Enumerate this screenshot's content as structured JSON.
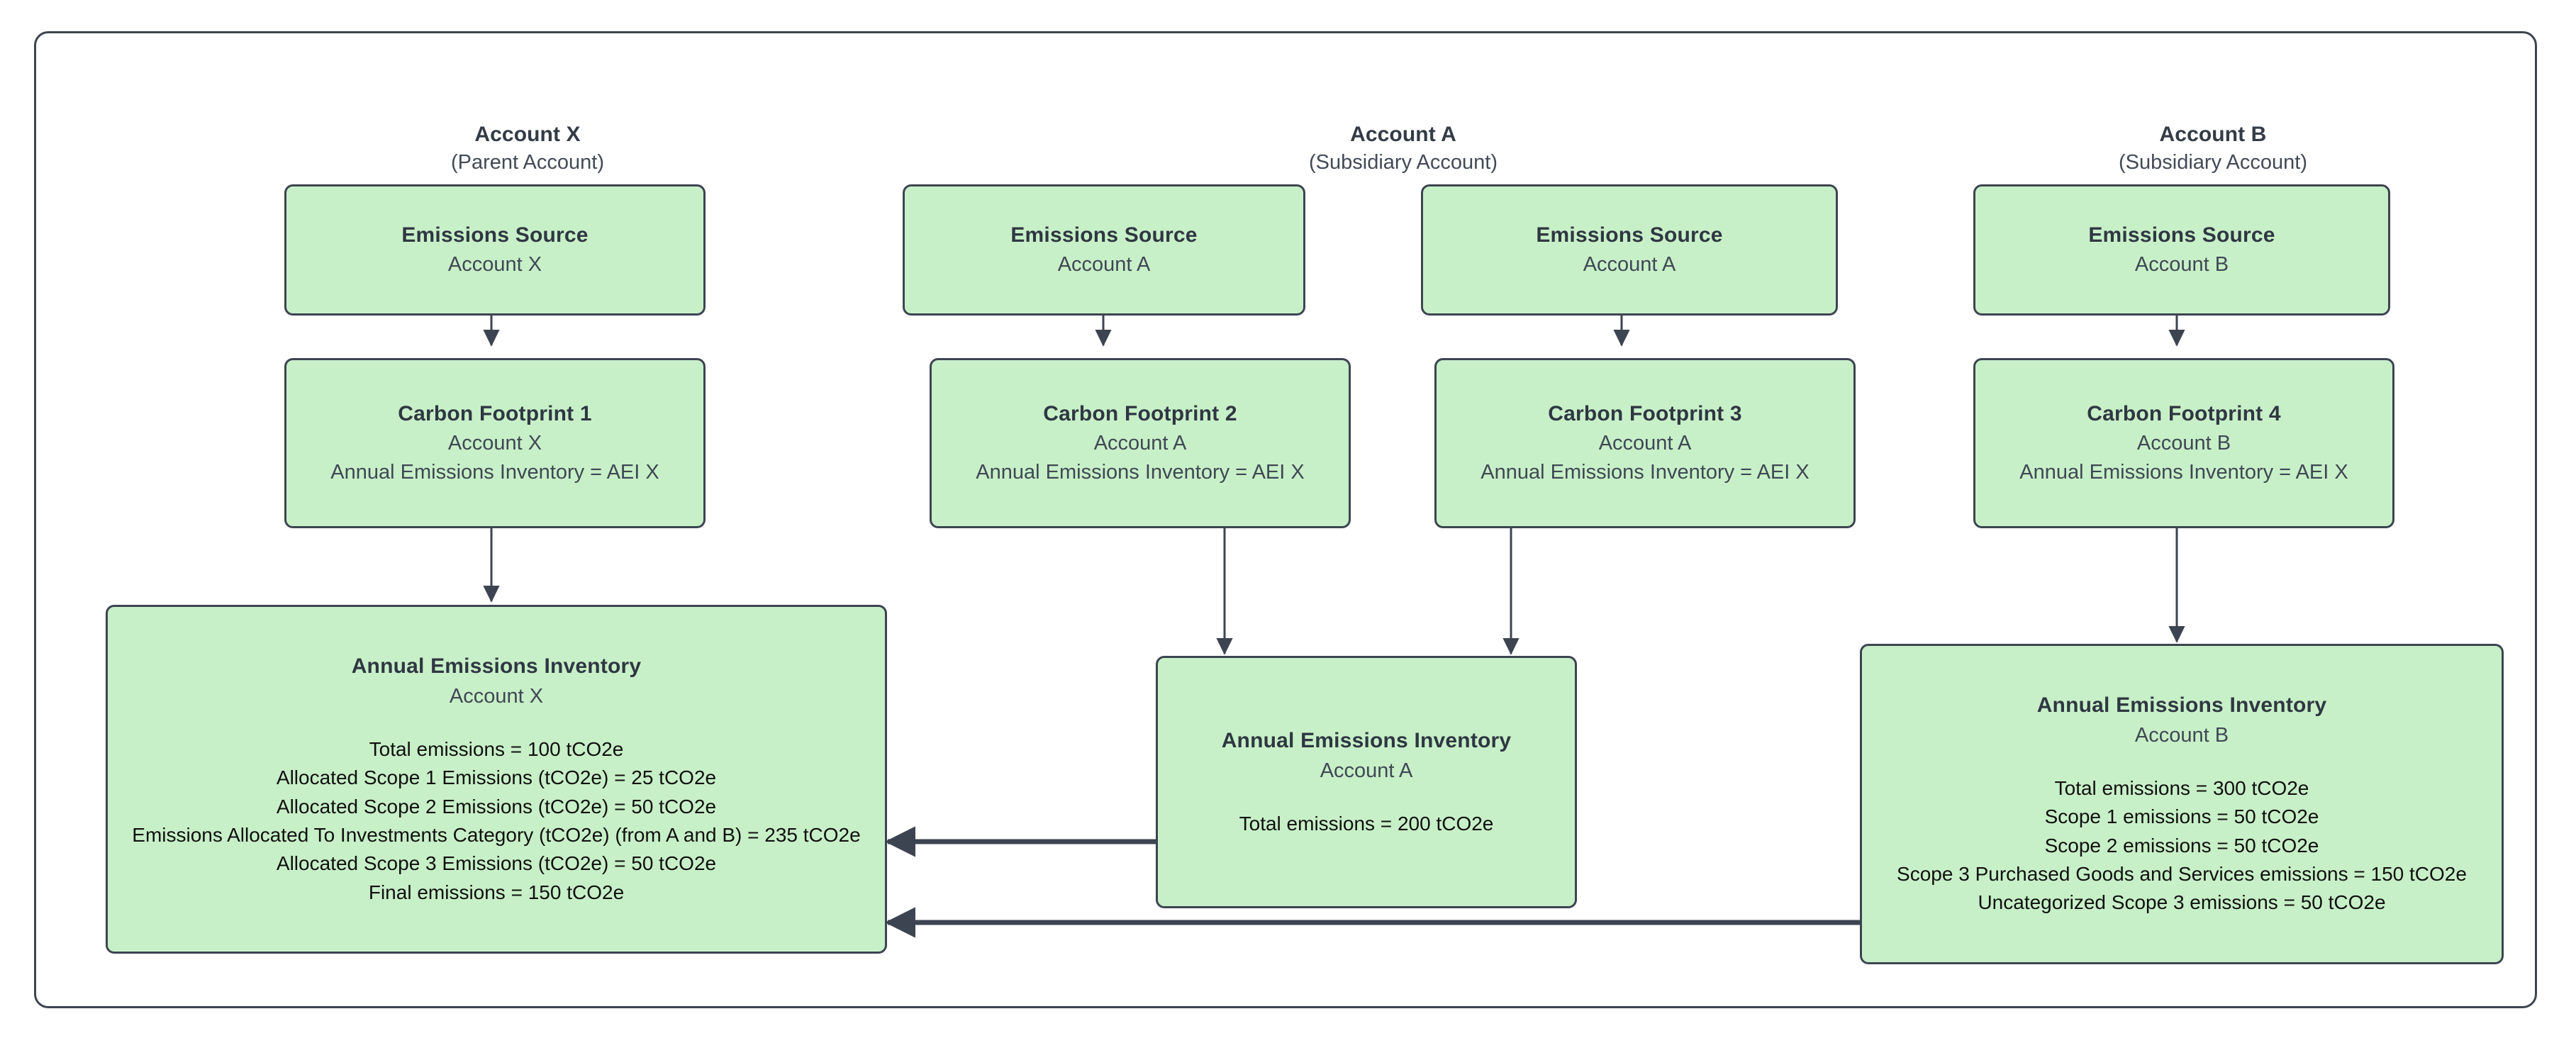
{
  "diagram": {
    "title": "Carbon accounting consolidation between parent and subsidiary accounts",
    "colors": {
      "node_fill": "#c8f0c8",
      "node_border": "#3d4451",
      "frame_border": "#3d4451",
      "connector": "#3d4451",
      "title_text": "#2f3742",
      "sub_text": "#3f4854",
      "detail_text": "#10100f",
      "background": "#ffffff"
    },
    "columns": [
      {
        "id": "account-x",
        "title": "Account X",
        "subtitle": "(Parent Account)"
      },
      {
        "id": "account-a",
        "title": "Account A",
        "subtitle": "(Subsidiary Account)"
      },
      {
        "id": "account-b",
        "title": "Account B",
        "subtitle": "(Subsidiary Account)"
      }
    ],
    "nodes": {
      "es_x": {
        "title": "Emissions Source",
        "subtitle": "Account X"
      },
      "es_a1": {
        "title": "Emissions Source",
        "subtitle": "Account A"
      },
      "es_a2": {
        "title": "Emissions Source",
        "subtitle": "Account A"
      },
      "es_b": {
        "title": "Emissions Source",
        "subtitle": "Account B"
      },
      "cf1": {
        "title": "Carbon Footprint 1",
        "subtitle": "Account X",
        "line3": "Annual Emissions Inventory = AEI X"
      },
      "cf2": {
        "title": "Carbon Footprint 2",
        "subtitle": "Account A",
        "line3": "Annual Emissions Inventory = AEI X"
      },
      "cf3": {
        "title": "Carbon Footprint 3",
        "subtitle": "Account A",
        "line3": "Annual Emissions Inventory = AEI X"
      },
      "cf4": {
        "title": "Carbon Footprint 4",
        "subtitle": "Account B",
        "line3": "Annual Emissions Inventory = AEI X"
      },
      "aei_x": {
        "title": "Annual Emissions Inventory",
        "subtitle": "Account X",
        "details": [
          "Total emissions = 100 tCO2e",
          "Allocated Scope 1 Emissions (tCO2e) = 25 tCO2e",
          "Allocated Scope 2 Emissions (tCO2e) = 50 tCO2e",
          "Emissions Allocated To Investments Category (tCO2e) (from A and B) = 235 tCO2e",
          "Allocated Scope 3 Emissions (tCO2e) = 50 tCO2e",
          "Final emissions = 150 tCO2e"
        ]
      },
      "aei_a": {
        "title": "Annual Emissions Inventory",
        "subtitle": "Account A",
        "details": [
          "Total emissions = 200 tCO2e"
        ]
      },
      "aei_b": {
        "title": "Annual Emissions Inventory",
        "subtitle": "Account B",
        "details": [
          "Total emissions = 300 tCO2e",
          "Scope 1 emissions = 50 tCO2e",
          "Scope 2 emissions = 50 tCO2e",
          "Scope 3 Purchased Goods and Services emissions = 150 tCO2e",
          "Uncategorized Scope 3 emissions = 50 tCO2e"
        ]
      }
    },
    "edges": [
      {
        "id": "es_x-to-cf1",
        "from": "es_x",
        "to": "cf1",
        "direction": "down"
      },
      {
        "id": "es_a1-to-cf2",
        "from": "es_a1",
        "to": "cf2",
        "direction": "down"
      },
      {
        "id": "es_a2-to-cf3",
        "from": "es_a2",
        "to": "cf3",
        "direction": "down"
      },
      {
        "id": "es_b-to-cf4",
        "from": "es_b",
        "to": "cf4",
        "direction": "down"
      },
      {
        "id": "cf1-to-aei_x",
        "from": "cf1",
        "to": "aei_x",
        "direction": "down"
      },
      {
        "id": "cf2-to-aei_a",
        "from": "cf2",
        "to": "aei_a",
        "direction": "down"
      },
      {
        "id": "cf3-to-aei_a",
        "from": "cf3",
        "to": "aei_a",
        "direction": "down"
      },
      {
        "id": "cf4-to-aei_b",
        "from": "cf4",
        "to": "aei_b",
        "direction": "down"
      },
      {
        "id": "aei_a-to-aei_x",
        "from": "aei_a",
        "to": "aei_x",
        "direction": "left"
      },
      {
        "id": "aei_b-to-aei_x",
        "from": "aei_b",
        "to": "aei_x",
        "direction": "left"
      }
    ]
  }
}
